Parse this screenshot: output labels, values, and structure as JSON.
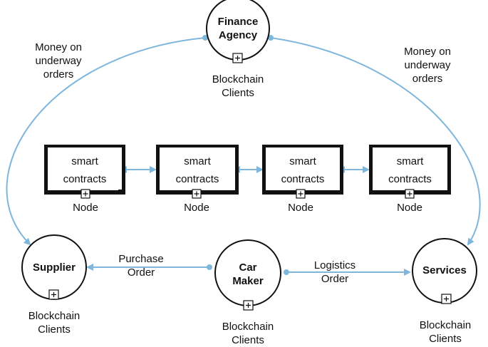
{
  "parties": {
    "finance_agency": {
      "line1": "Finance",
      "line2": "Agency",
      "caption1": "Blockchain",
      "caption2": "Clients"
    },
    "supplier": {
      "label": "Supplier",
      "caption1": "Blockchain",
      "caption2": "Clients"
    },
    "car_maker": {
      "line1": "Car",
      "line2": "Maker",
      "caption1": "Blockchain",
      "caption2": "Clients"
    },
    "services": {
      "label": "Services",
      "caption1": "Blockchain",
      "caption2": "Clients"
    }
  },
  "flows": {
    "money_left": {
      "line1": "Money on",
      "line2": "underway",
      "line3": "orders"
    },
    "money_right": {
      "line1": "Money on",
      "line2": "underway",
      "line3": "orders"
    },
    "purchase_order": {
      "line1": "Purchase",
      "line2": "Order"
    },
    "logistics_order": {
      "line1": "Logistics",
      "line2": "Order"
    }
  },
  "nodes": [
    {
      "line1": "smart",
      "line2": "contracts",
      "caption": "Node"
    },
    {
      "line1": "smart",
      "line2": "contracts",
      "caption": "Node"
    },
    {
      "line1": "smart",
      "line2": "contracts",
      "caption": "Node"
    },
    {
      "line1": "smart",
      "line2": "contracts",
      "caption": "Node"
    }
  ],
  "colors": {
    "arrow": "#7fb6dc",
    "outline": "#111111"
  }
}
